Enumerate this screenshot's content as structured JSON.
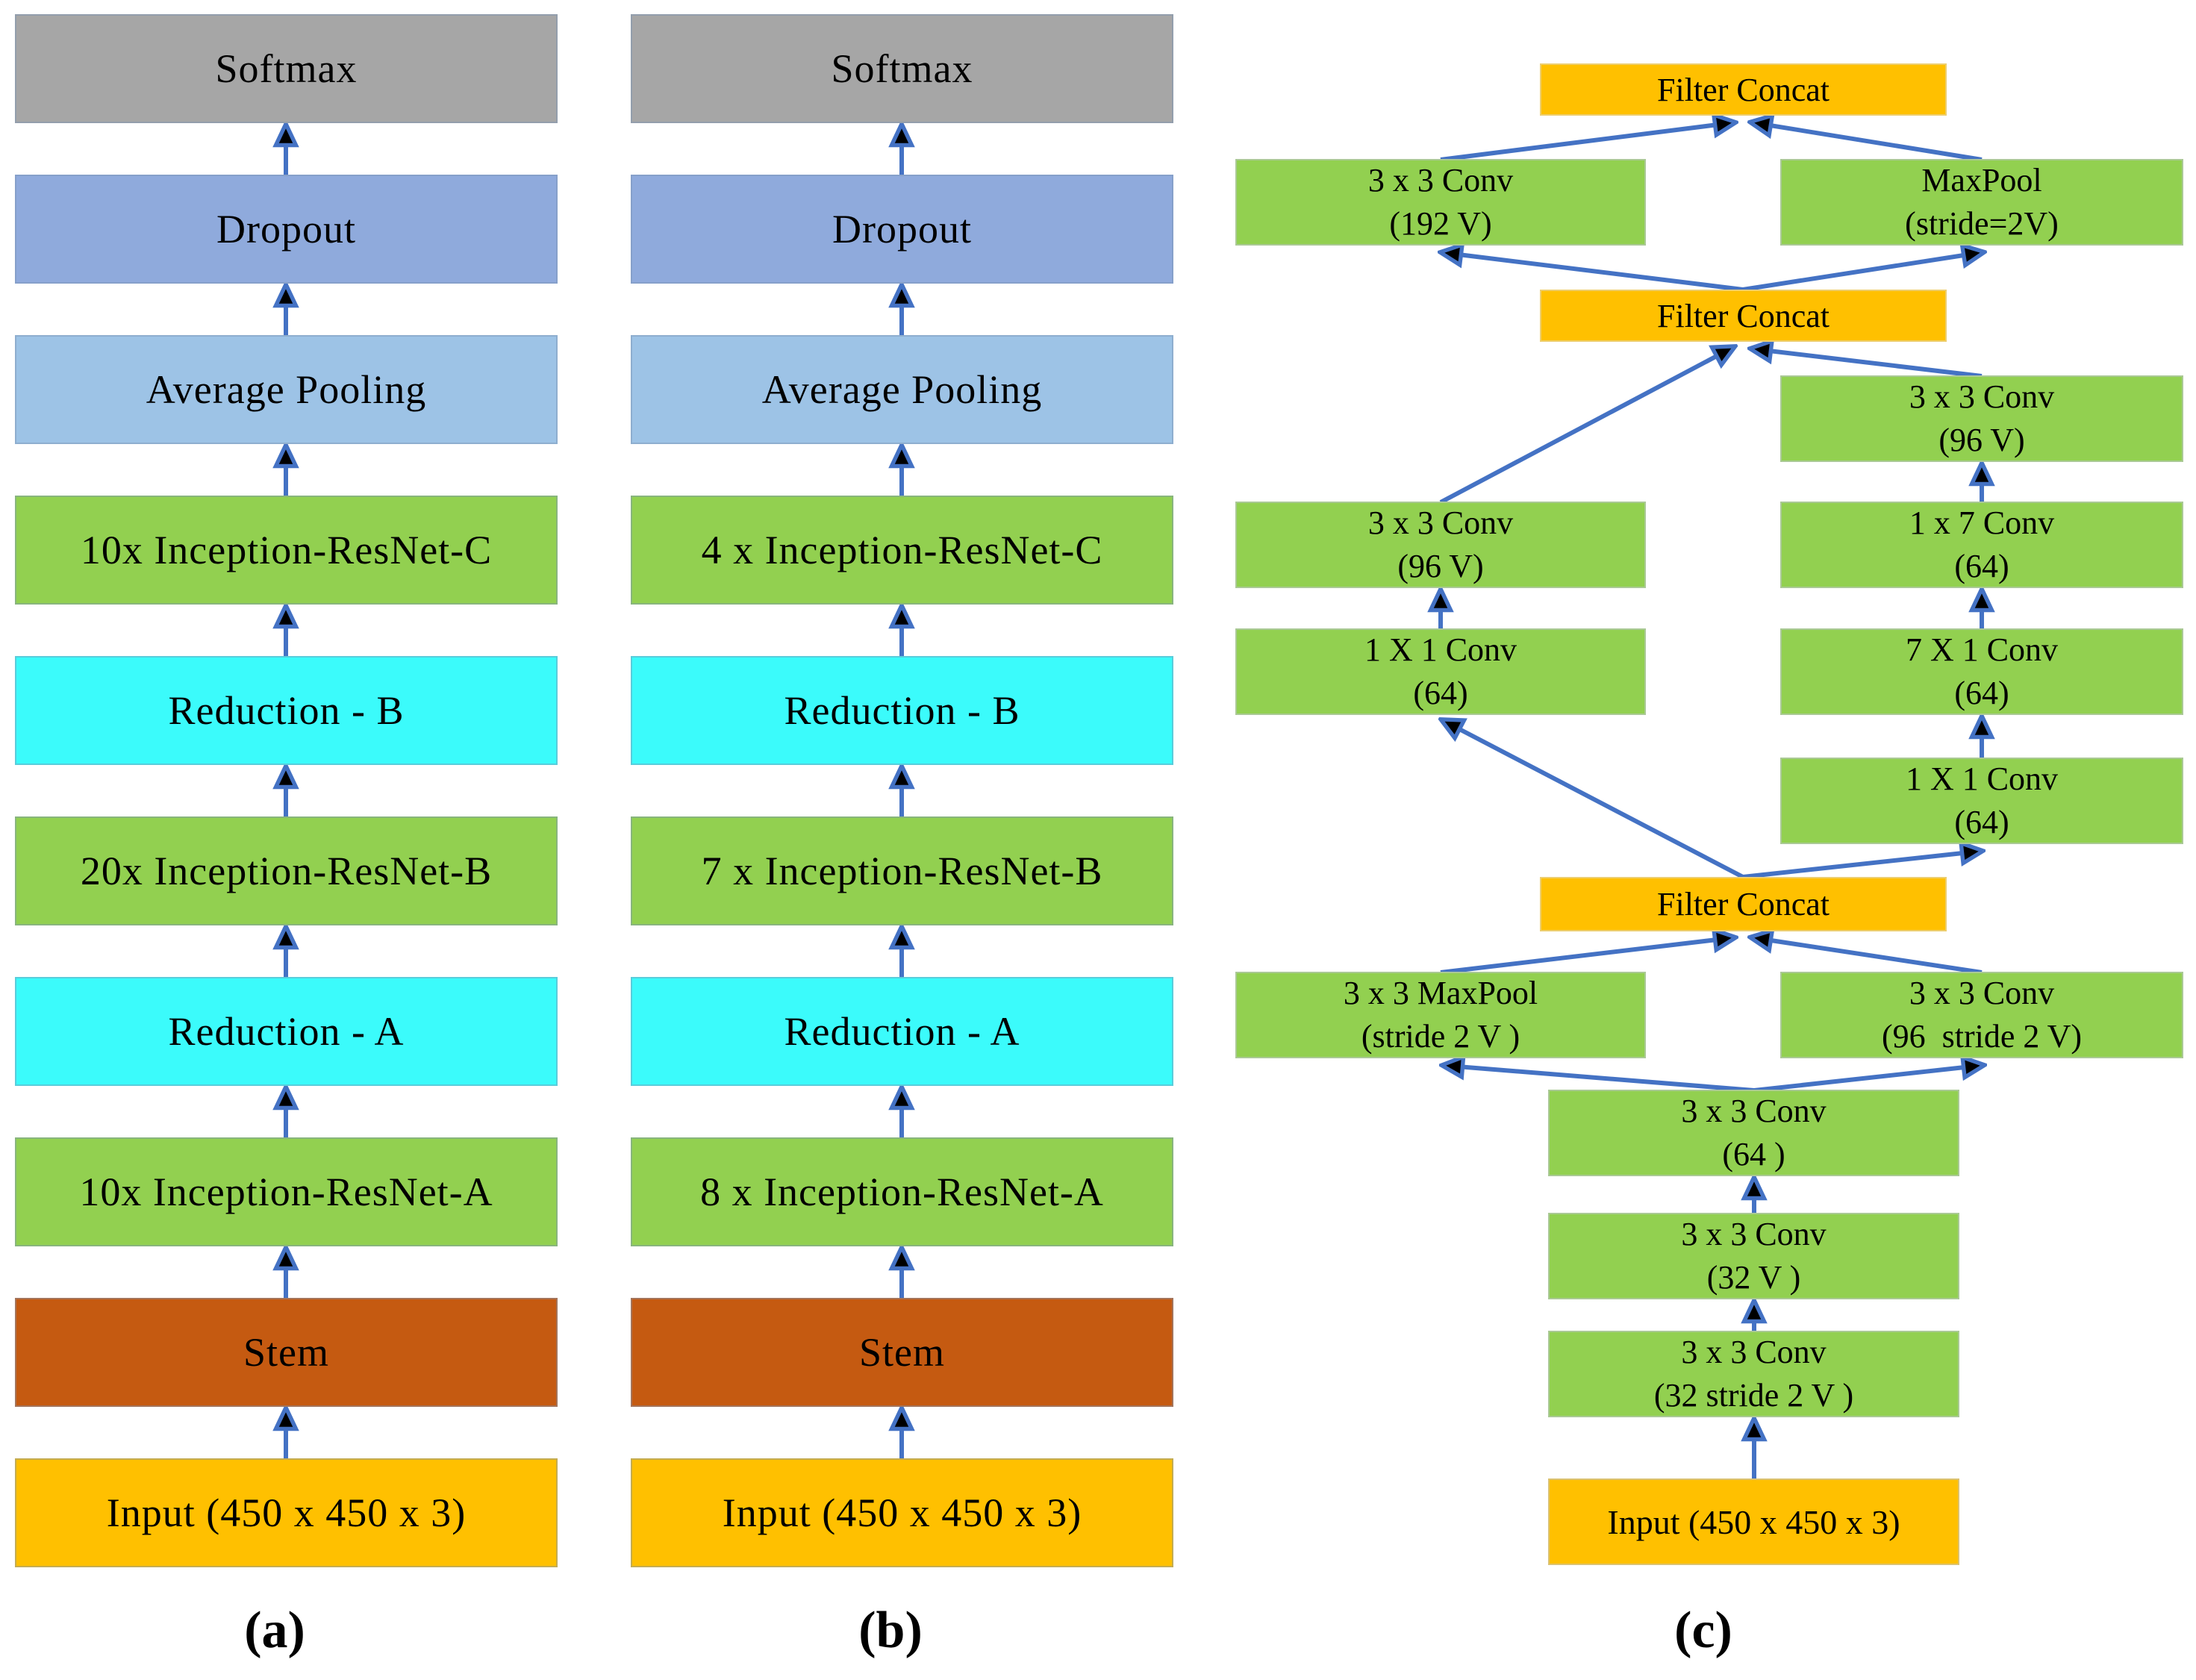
{
  "figure": {
    "captions": {
      "a": "(a)",
      "b": "(b)",
      "c": "(c)"
    }
  },
  "colors": {
    "softmax_gray": "#A6A6A6",
    "dropout_blue": "#8FAADC",
    "pooling_blue": "#9DC3E6",
    "block_green": "#92D050",
    "reduction_cyan": "#3BFBFB",
    "stem_brown": "#C55A11",
    "input_gold": "#FFC000",
    "concat_orange": "#FFC000",
    "arrow_blue": "#4472C4",
    "arrowhead_dark": "#000000",
    "text_black": "#000000",
    "background": "#FFFFFF"
  },
  "diagram_a": {
    "blocks": [
      {
        "label": "Softmax"
      },
      {
        "label": "Dropout"
      },
      {
        "label": "Average Pooling"
      },
      {
        "label": "10x Inception-ResNet-C"
      },
      {
        "label": "Reduction - B"
      },
      {
        "label": "20x Inception-ResNet-B"
      },
      {
        "label": "Reduction - A"
      },
      {
        "label": "10x Inception-ResNet-A"
      },
      {
        "label": "Stem"
      },
      {
        "label": "Input (450 x 450 x 3)"
      }
    ]
  },
  "diagram_b": {
    "blocks": [
      {
        "label": "Softmax"
      },
      {
        "label": "Dropout"
      },
      {
        "label": "Average Pooling"
      },
      {
        "label": "4 x Inception-ResNet-C"
      },
      {
        "label": "Reduction - B"
      },
      {
        "label": "7 x Inception-ResNet-B"
      },
      {
        "label": "Reduction - A"
      },
      {
        "label": "8 x Inception-ResNet-A"
      },
      {
        "label": "Stem"
      },
      {
        "label": "Input (450 x 450 x 3)"
      }
    ]
  },
  "diagram_c": {
    "nodes": {
      "fc_top": {
        "label": "Filter Concat"
      },
      "conv192": {
        "line1": "3 x 3 Conv",
        "line2": "(192 V)"
      },
      "maxpool_top": {
        "line1": "MaxPool",
        "line2": "(stride=2V)"
      },
      "fc_mid": {
        "label": "Filter Concat"
      },
      "conv96v_right": {
        "line1": "3 x 3 Conv",
        "line2": "(96 V)"
      },
      "conv96v_left": {
        "line1": "3 x 3 Conv",
        "line2": "(96 V)"
      },
      "conv1x7": {
        "line1": "1 x 7 Conv",
        "line2": "(64)"
      },
      "conv1x1_left": {
        "line1": "1 X 1 Conv",
        "line2": "(64)"
      },
      "conv7x1": {
        "line1": "7 X 1 Conv",
        "line2": "(64)"
      },
      "conv1x1_right": {
        "line1": "1 X 1 Conv",
        "line2": "(64)"
      },
      "fc_bottom": {
        "label": "Filter Concat"
      },
      "maxpool_s2": {
        "line1": "3 x 3 MaxPool",
        "line2": "(stride 2 V )"
      },
      "conv96s2": {
        "line1": "3 x 3 Conv",
        "line2": "(96  stride 2 V)"
      },
      "conv64": {
        "line1": "3 x 3 Conv",
        "line2": "(64 )"
      },
      "conv32v": {
        "line1": "3 x 3 Conv",
        "line2": "(32 V )"
      },
      "conv32s2": {
        "line1": "3 x 3 Conv",
        "line2": "(32 stride 2 V )"
      },
      "input": {
        "label": "Input (450 x 450 x 3)"
      }
    }
  }
}
